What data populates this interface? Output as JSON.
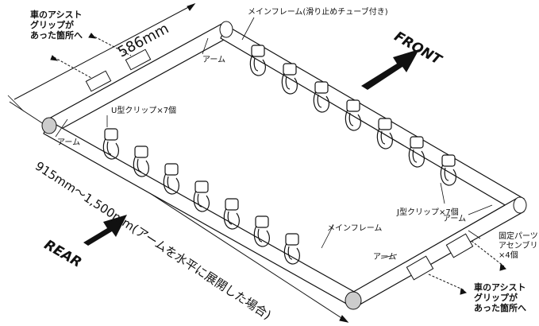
{
  "labels": {
    "assist_grip_top": [
      "車のアシスト",
      "グリップが",
      "あった箇所へ"
    ],
    "assist_grip_bottom": [
      "車のアシスト",
      "グリップが",
      "あった箇所へ"
    ],
    "width_dim": "586mm",
    "length_dim": "915mm～1,500mm(アームを水平に展開した場合)",
    "main_frame_tube": "メインフレーム(滑り止めチューブ付き)",
    "main_frame": "メインフレーム",
    "arm_top": "アーム",
    "arm_left": "アーム",
    "arm_right": "アーム",
    "arm_bottom": "アーム",
    "u_clip": "U型クリップ×7個",
    "j_clip": "J型クリップ×7個",
    "fixing_parts": [
      "固定パーツ",
      "アセンブリ",
      "×4個"
    ],
    "front": "FRONT",
    "rear": "REAR"
  },
  "colors": {
    "line": "#111111",
    "fill": "#ffffff",
    "shade": "#d8d8d8"
  }
}
